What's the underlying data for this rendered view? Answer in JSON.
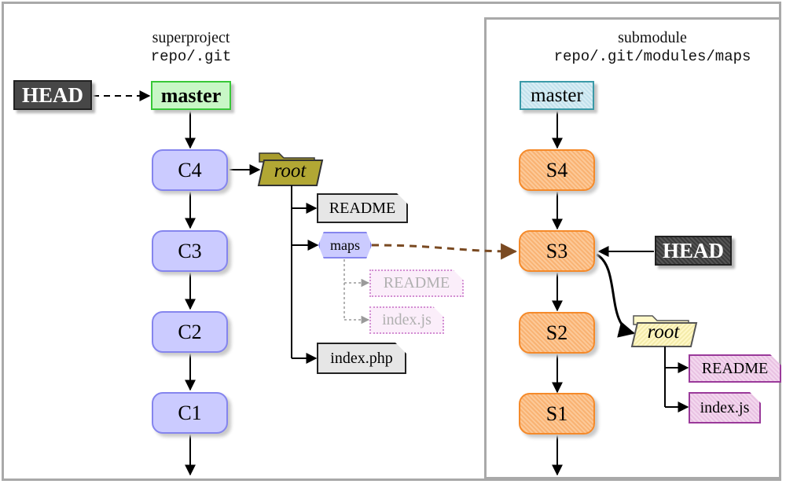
{
  "superproject": {
    "title": "superproject",
    "path": "repo/.git",
    "head_label": "HEAD",
    "master_label": "master",
    "commits": [
      "C4",
      "C3",
      "C2",
      "C1"
    ],
    "tree": {
      "root_label": "root",
      "files": {
        "readme": "README",
        "maps": "maps",
        "maps_readme": "README",
        "maps_index": "index.js",
        "index_php": "index.php"
      }
    }
  },
  "submodule": {
    "title": "submodule",
    "path": "repo/.git/modules/maps",
    "head_label": "HEAD",
    "master_label": "master",
    "commits": [
      "S4",
      "S3",
      "S2",
      "S1"
    ],
    "tree": {
      "root_label": "root",
      "files": {
        "readme": "README",
        "index_js": "index.js"
      }
    }
  },
  "colors": {
    "super_master_fill": "#c8f7c6",
    "super_commit_fill": "#cbcbff",
    "sub_commit_fill": "#f9b272",
    "root_folder_super": "#a89c2c",
    "root_folder_sub": "#fff8c8",
    "link_arrow": "#7a4a22"
  }
}
